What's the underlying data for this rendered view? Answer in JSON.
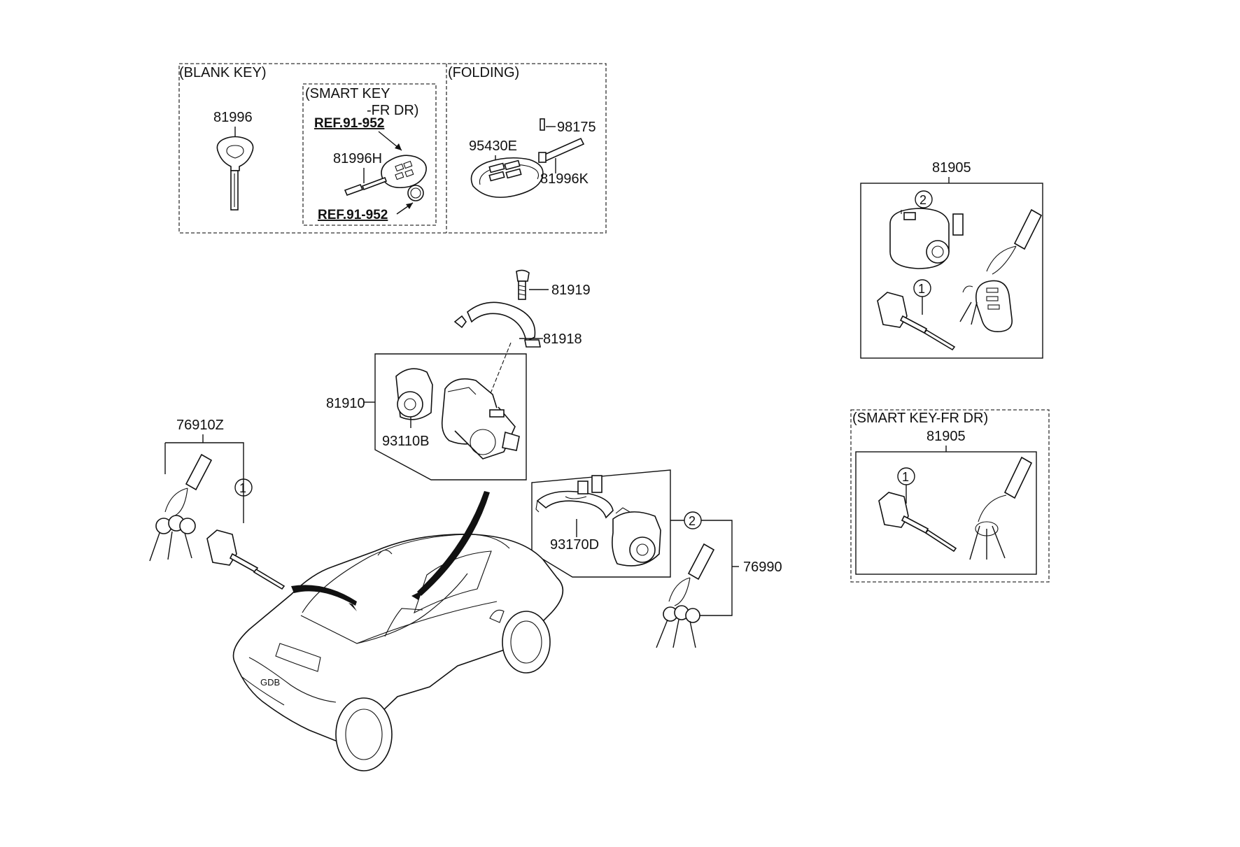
{
  "groups": {
    "blank_key": "(BLANK KEY)",
    "smart_key_line1": "(SMART KEY",
    "smart_key_line2": "-FR DR)",
    "folding": "(FOLDING)",
    "smart_key_fr_dr": "(SMART KEY-FR DR)"
  },
  "refs": {
    "ref_top": "REF.91-952",
    "ref_bottom": "REF.91-952"
  },
  "parts": {
    "p81996": "81996",
    "p81996h": "81996H",
    "p95430e": "95430E",
    "p98175": "98175",
    "p81996k": "81996K",
    "p81905_top": "81905",
    "p81905_bottom": "81905",
    "p81919": "81919",
    "p81918": "81918",
    "p81910": "81910",
    "p93110b": "93110B",
    "p76910z": "76910Z",
    "p93170d": "93170D",
    "p76990": "76990"
  },
  "callouts": {
    "c1": "1",
    "c2": "2"
  },
  "car": {
    "badge": "GDB"
  }
}
